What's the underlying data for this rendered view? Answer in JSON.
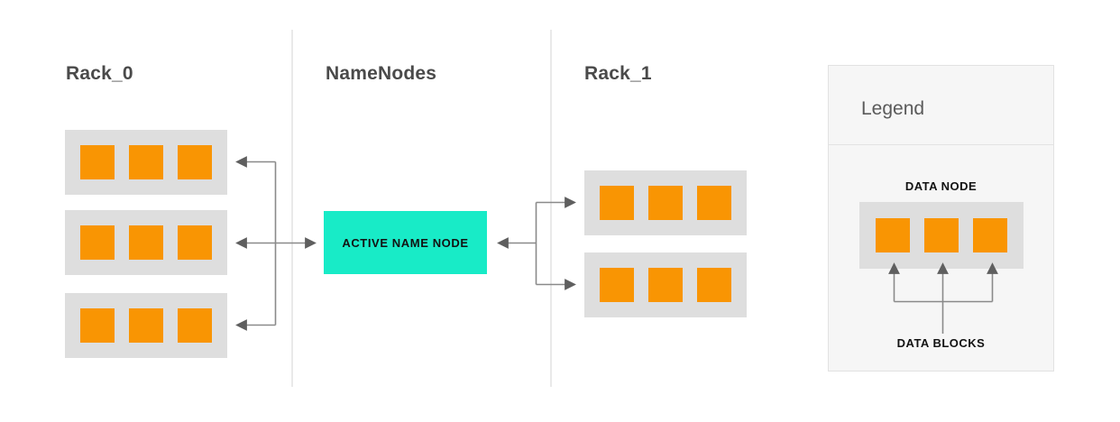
{
  "colors": {
    "background": "#ffffff",
    "divider": "#e9e9e9",
    "heading_text": "#4a4a4a",
    "data_node_fill": "#dedede",
    "data_block_fill": "#f99503",
    "active_name_node_fill": "#18ebc7",
    "label_text": "#121212",
    "legend_panel_fill": "#f6f6f6",
    "legend_panel_border": "#e2e2e2",
    "legend_title_text": "#5a5a5a",
    "connector": "#8a8a8a",
    "arrowhead": "#5f5f5f"
  },
  "sections": {
    "rack0": {
      "title": "Rack_0",
      "node_count": 3,
      "blocks_per_node": 3
    },
    "namenodes": {
      "title": "NameNodes",
      "active_node_label": "ACTIVE NAME NODE"
    },
    "rack1": {
      "title": "Rack_1",
      "node_count": 2,
      "blocks_per_node": 3
    }
  },
  "legend": {
    "title": "Legend",
    "data_node_label": "DATA NODE",
    "data_blocks_label": "DATA BLOCKS",
    "blocks_per_node": 3
  }
}
